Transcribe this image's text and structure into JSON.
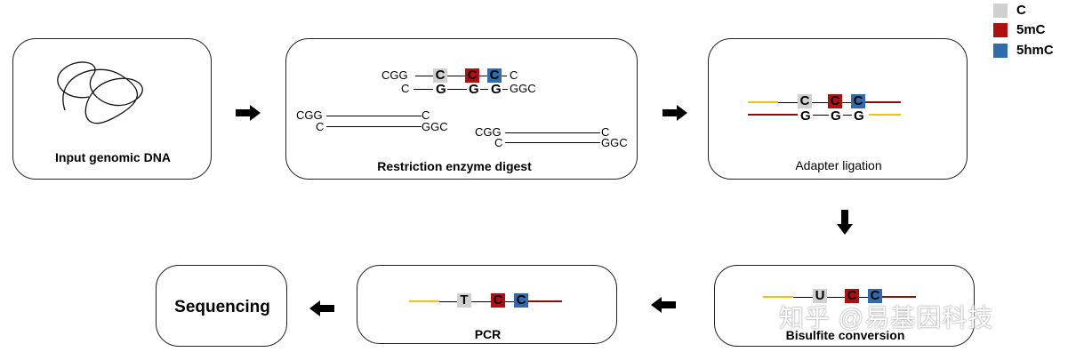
{
  "legend": {
    "items": [
      {
        "label": "C",
        "color": "#d0d0d0"
      },
      {
        "label": "5mC",
        "color": "#b10f0f"
      },
      {
        "label": "5hmC",
        "color": "#2f6cae"
      }
    ]
  },
  "steps": {
    "input": {
      "caption": "Input genomic DNA"
    },
    "digest": {
      "caption": "Restriction enzyme digest",
      "top_left": "CGG",
      "top_right": "C",
      "bot_left": "C",
      "bot_right": "GGC",
      "frag_top_left": "CGG",
      "frag_top_right": "C",
      "frag_bot_left": "C",
      "frag_bot_right": "GGC",
      "frag2_top_left": "CGG",
      "frag2_top_right": "C",
      "frag2_bot_left": "C",
      "frag2_bot_right": "GGC"
    },
    "adapter": {
      "caption": "Adapter ligation"
    },
    "bisulfite": {
      "caption": "Bisulfite conversion"
    },
    "pcr": {
      "caption": "PCR"
    },
    "sequencing": {
      "caption": "Sequencing"
    }
  },
  "bases": {
    "c": "C",
    "g": "G",
    "u": "U",
    "t": "T"
  },
  "watermark": "知乎 @易基因科技",
  "colors": {
    "yellow_adapter": "#f0c20f",
    "red_adapter": "#8b0f0f"
  }
}
